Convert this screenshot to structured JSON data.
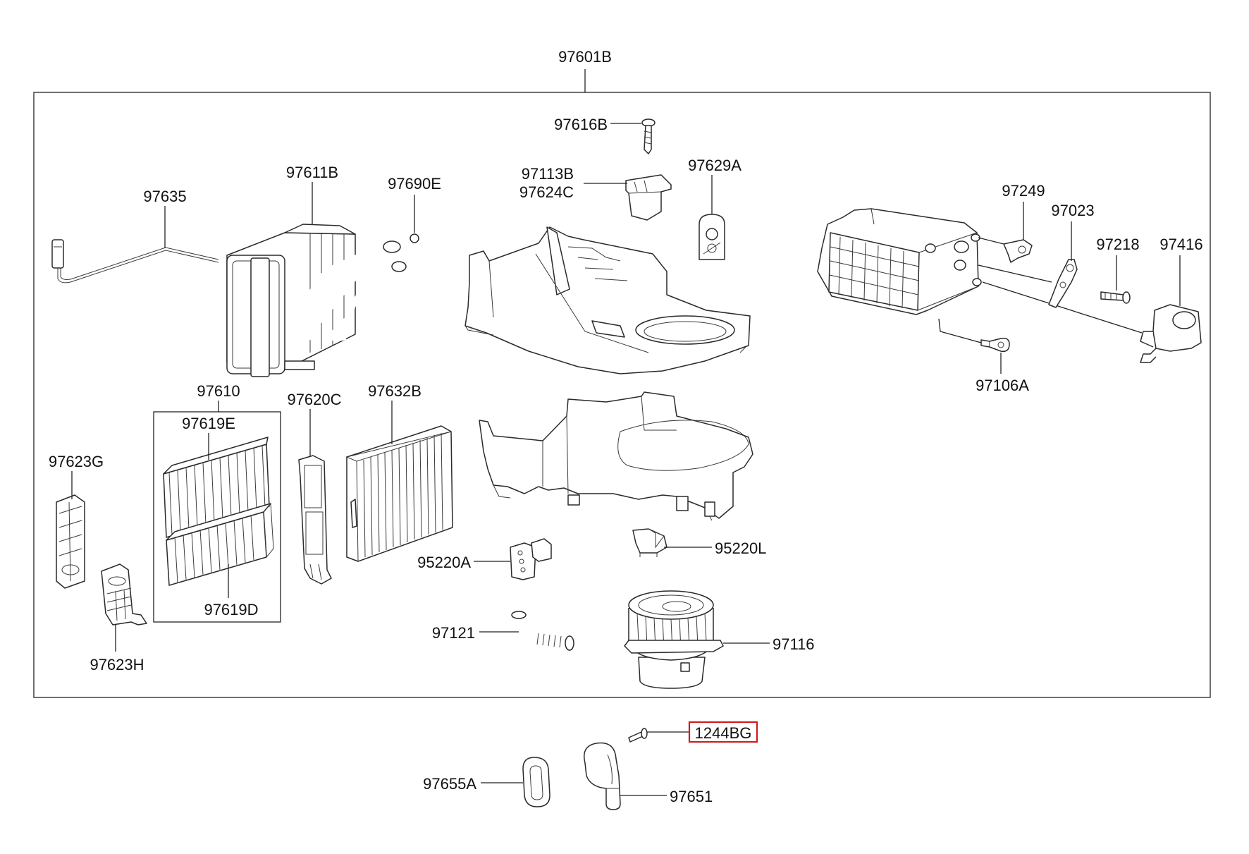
{
  "diagram": {
    "highlight_color": "#d11c1c",
    "labels": {
      "assy": "97601B",
      "p97616B": "97616B",
      "p97113B": "97113B",
      "p97624C": "97624C",
      "p97629A": "97629A",
      "p97611B": "97611B",
      "p97690E": "97690E",
      "p97635": "97635",
      "p97249": "97249",
      "p97023": "97023",
      "p97218": "97218",
      "p97416": "97416",
      "p97106A": "97106A",
      "p97610": "97610",
      "p97619E": "97619E",
      "p97620C": "97620C",
      "p97632B": "97632B",
      "p97623G": "97623G",
      "p97619D": "97619D",
      "p97623H": "97623H",
      "p95220A": "95220A",
      "p95220L": "95220L",
      "p97121": "97121",
      "p97116": "97116",
      "p1244BG": "1244BG",
      "p97655A": "97655A",
      "p97651": "97651"
    }
  }
}
